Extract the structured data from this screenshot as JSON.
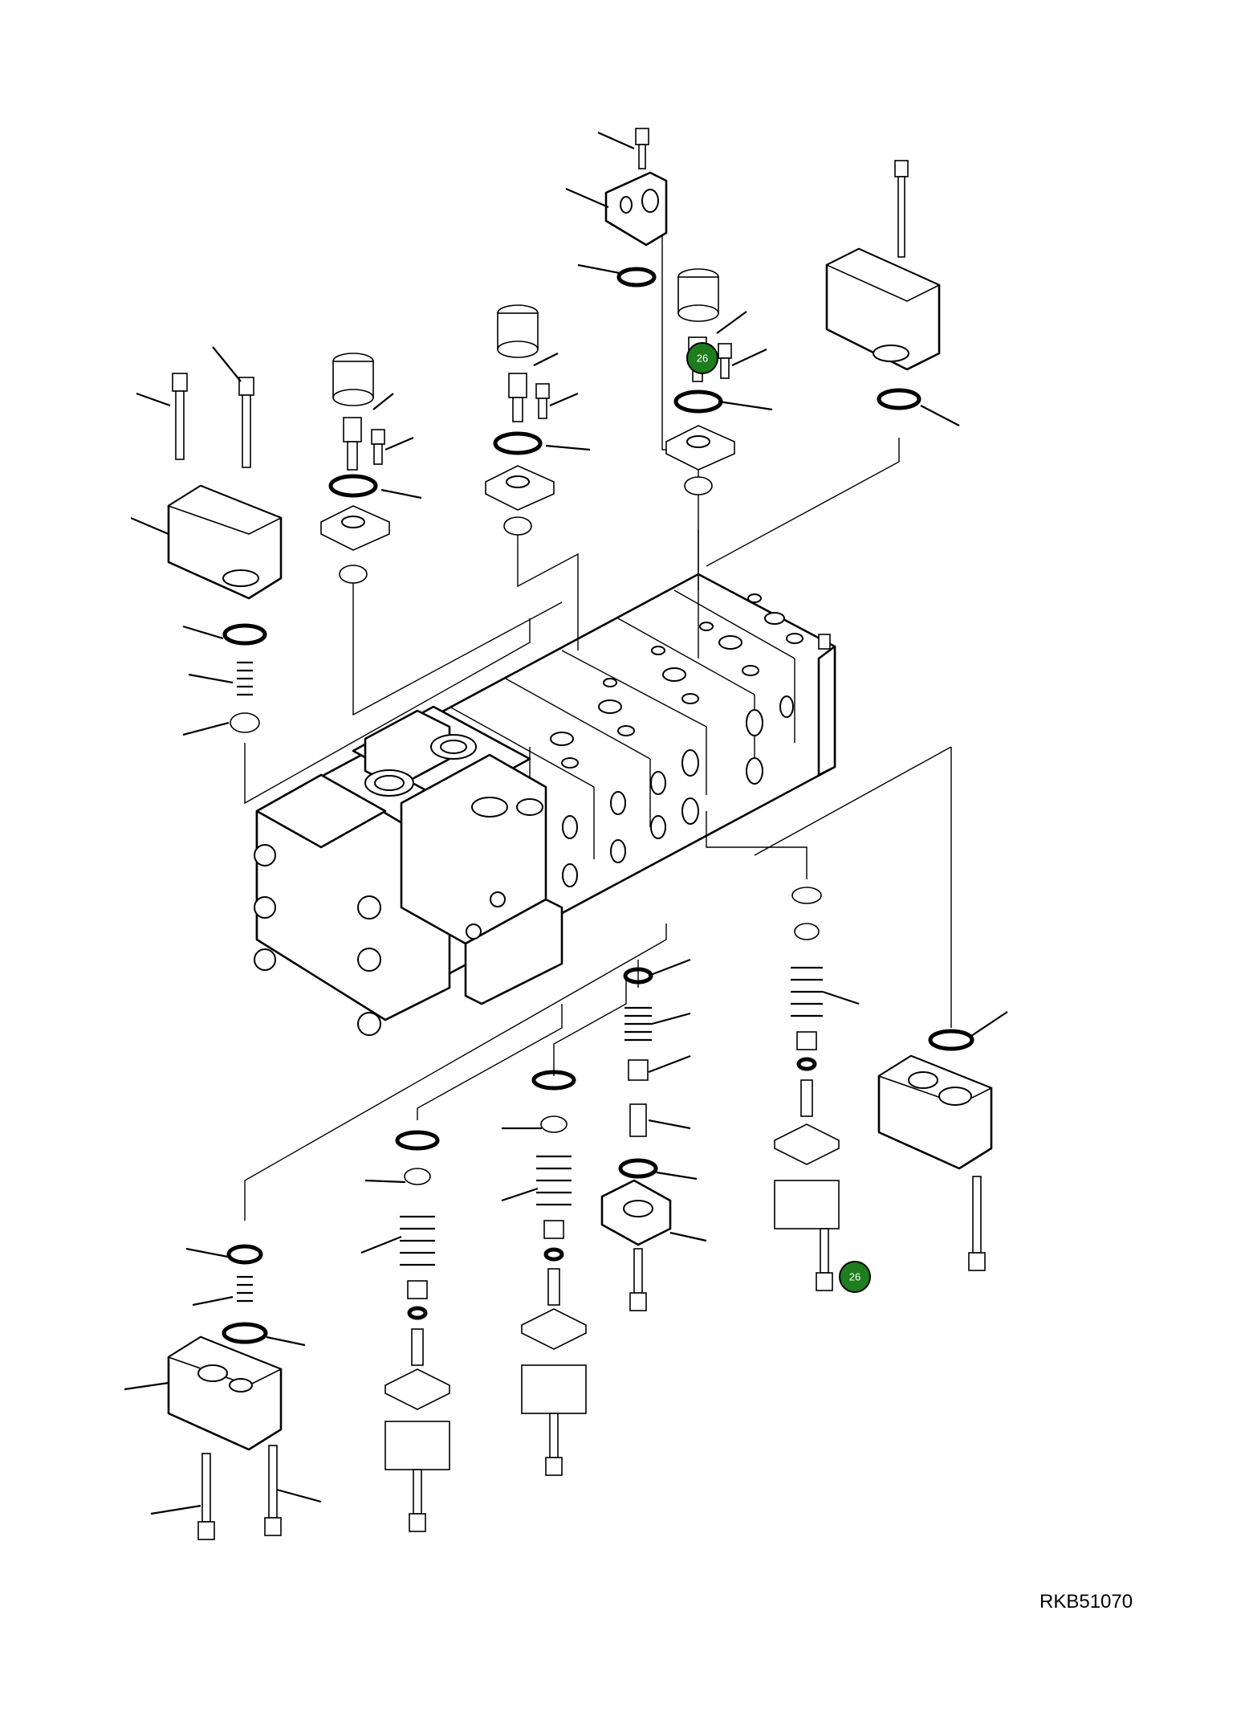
{
  "diagram": {
    "drawing_number": "RKB51070",
    "callouts": [
      {
        "label": "26"
      },
      {
        "label": "26"
      }
    ]
  }
}
